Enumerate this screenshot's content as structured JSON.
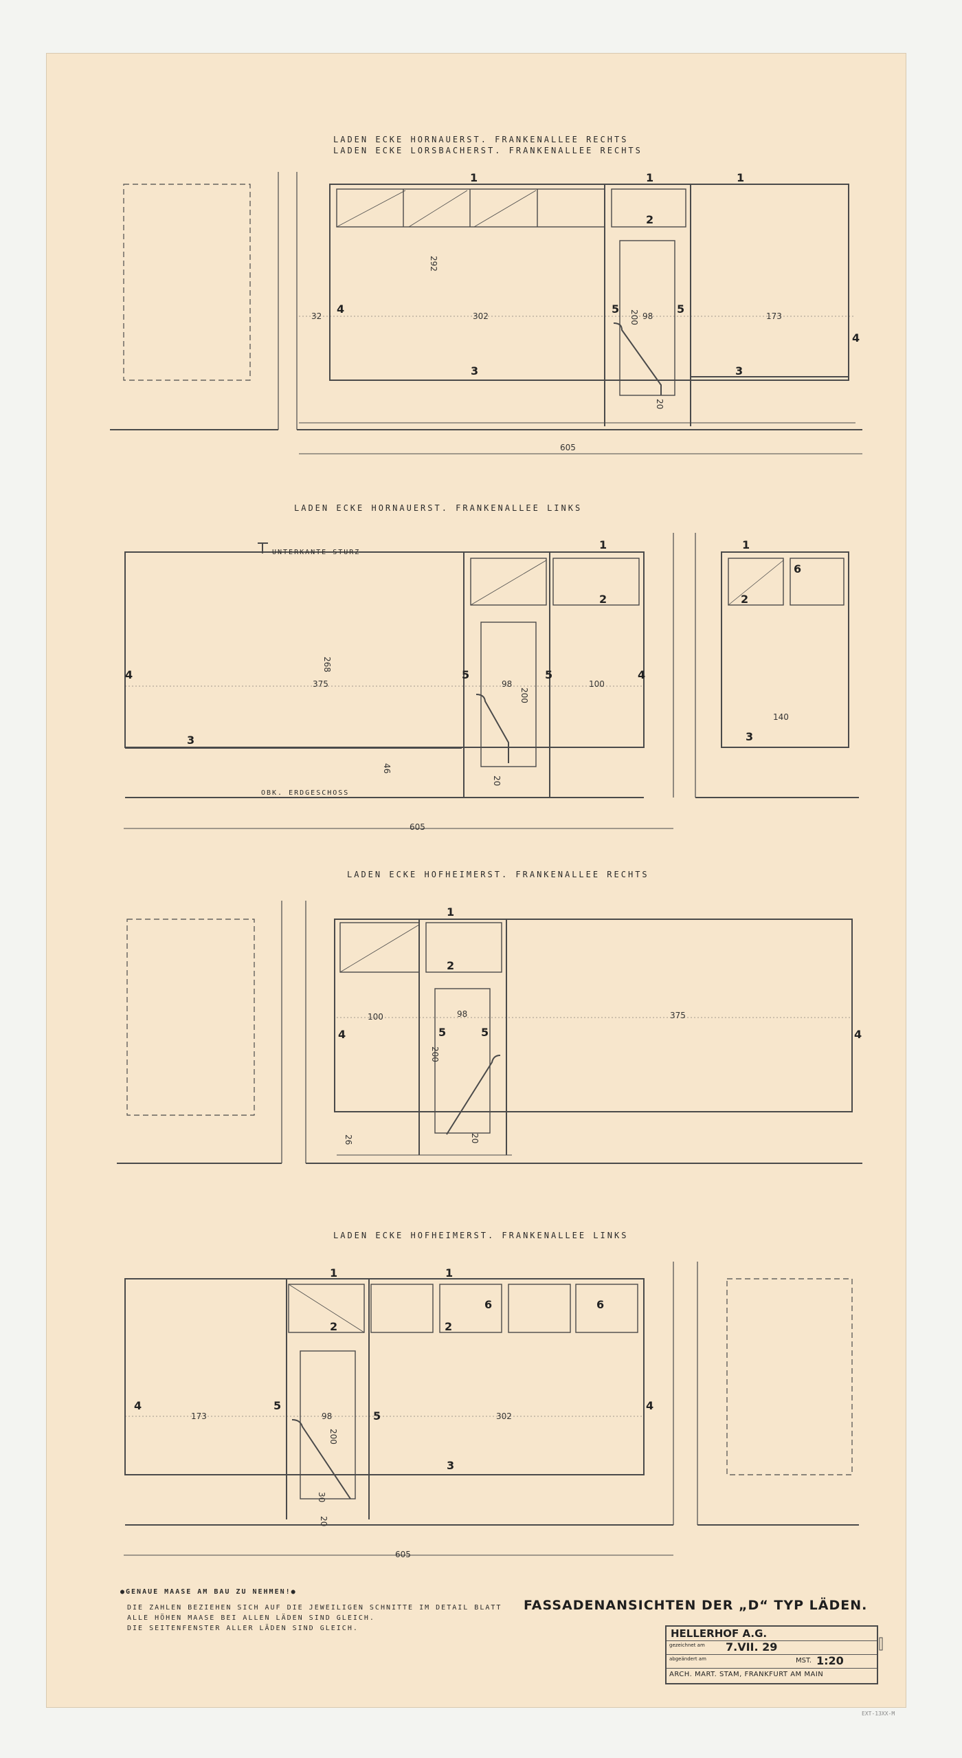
{
  "drawing": {
    "sections": [
      {
        "title": "LADEN ECKE HORNAUERST. FRANKENALLEE RECHTS",
        "title2": "LADEN ECKE LORSBACHERST. FRANKENALLEE RECHTS",
        "labels": {
          "n1a": "1",
          "n1b": "1",
          "n1c": "1",
          "n2": "2",
          "n3a": "3",
          "n3b": "3",
          "n4a": "4",
          "n4b": "4",
          "n5a": "5",
          "n5b": "5"
        },
        "dims": {
          "w1": "302",
          "door": "98",
          "w2": "173",
          "h": "292",
          "left": "32",
          "dh": "200",
          "base": "20",
          "total": "605"
        }
      },
      {
        "title": "LADEN ECKE HORNAUERST. FRANKENALLEE LINKS",
        "note_top": "UNTERKANTE STURZ",
        "note_bottom": "OBK. ERDGESCHOSS",
        "labels": {
          "n1": "1",
          "n2": "2",
          "n3": "3",
          "n4a": "4",
          "n4b": "4",
          "n5a": "5",
          "n5b": "5",
          "s1": "1",
          "s2": "2",
          "s3": "3",
          "s6": "6"
        },
        "dims": {
          "w1": "375",
          "door": "98",
          "w2": "100",
          "h": "268",
          "sill": "46",
          "dh": "200",
          "base": "20",
          "side": "140",
          "total": "605"
        }
      },
      {
        "title": "LADEN ECKE HOFHEIMERST. FRANKENALLEE RECHTS",
        "labels": {
          "n1": "1",
          "n2": "2",
          "n4a": "4",
          "n4b": "4",
          "n5a": "5",
          "n5b": "5"
        },
        "dims": {
          "w1": "100",
          "door": "98",
          "w2": "375",
          "dh": "200",
          "sill": "26",
          "base": "20"
        }
      },
      {
        "title": "LADEN ECKE HOFHEIMERST. FRANKENALLEE LINKS",
        "labels": {
          "n1a": "1",
          "n1b": "1",
          "n2a": "2",
          "n2b": "2",
          "n3": "3",
          "n4a": "4",
          "n4b": "4",
          "n5a": "5",
          "n5b": "5",
          "n6a": "6",
          "n6b": "6"
        },
        "dims": {
          "w1": "173",
          "door": "98",
          "w2": "302",
          "dh": "200",
          "sill": "30",
          "base": "20",
          "total": "605"
        }
      }
    ],
    "notes": [
      "●GENAUE MAASE AM BAU ZU NEHMEN!●",
      "DIE ZAHLEN BEZIEHEN SICH AUF DIE JEWEILIGEN SCHNITTE IM DETAIL BLATT",
      "ALLE HÖHEN MAASE BEI ALLEN LÄDEN SIND GLEICH.",
      "DIE SEITENFENSTER ALLER LÄDEN SIND GLEICH."
    ],
    "main_title": "FASSADENANSICHTEN DER „D“ TYP LÄDEN.",
    "title_block": {
      "company": "HELLERHOF A.G.",
      "label_drawn": "gezeichnet am",
      "date": "7.VII. 29",
      "label_checked": "abgeändert am",
      "scale_label": "MST.",
      "scale": "1:20",
      "architect": "ARCH. MART. STAM, FRANKFURT AM MAIN"
    },
    "stamp": "EXT-13XX-M"
  },
  "colors": {
    "paper": "#f7e6cc",
    "ink": "#3a3a3a",
    "background": "#f3f4f1"
  }
}
